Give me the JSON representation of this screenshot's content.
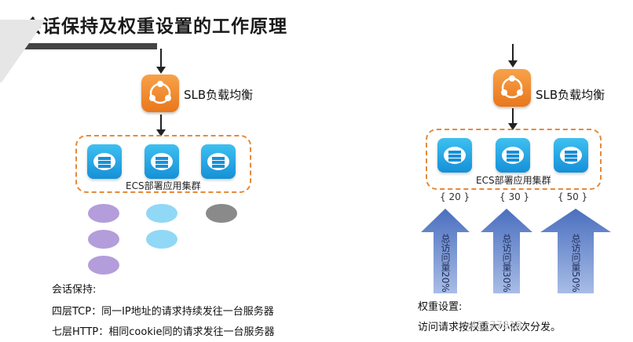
{
  "title": "会话保持及权重设置的工作原理",
  "left": {
    "slb_label": "SLB负载均衡",
    "cluster_label": "ECS部署应用集群",
    "session_colors": [
      "#b39ddb",
      "#90d8f6",
      "#8a8a8a"
    ],
    "notes": {
      "heading": "会话保持:",
      "line1": "四层TCP：同一IP地址的请求持续发往一台服务器",
      "line2": "七层HTTP：相同cookie同的请求发往一台服务器"
    }
  },
  "right": {
    "slb_label": "SLB负载均衡",
    "cluster_label": "ECS部署应用集群",
    "weights": [
      "{ 20 }",
      "{ 30 }",
      "{ 50 }"
    ],
    "traffic_labels": [
      "总访问量20%",
      "总访问量30%",
      "总访问量50%"
    ],
    "notes": {
      "heading": "权重设置:",
      "line1": "访问请求按权重大小依次分发。"
    }
  },
  "watermark": "_42227818",
  "colors": {
    "slb": "#ef8a2b",
    "ecs": "#1fa6e6",
    "dash": "#e48a3c",
    "arrow": "#6a86c9"
  },
  "icons": {
    "slb": "share-node-icon",
    "ecs": "cloud-server-icon"
  }
}
